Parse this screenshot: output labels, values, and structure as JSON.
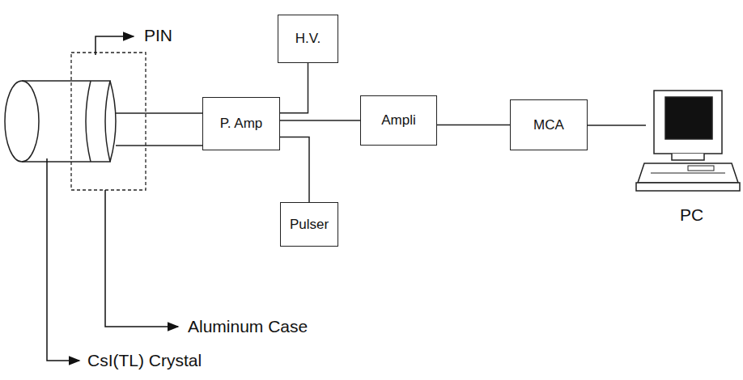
{
  "diagram": {
    "nodes": [
      {
        "text": [
          "H.V."
        ]
      },
      {
        "text": [
          "P. Amp"
        ]
      },
      {
        "text": [
          "Ampli"
        ]
      },
      {
        "text": [
          "MCA"
        ]
      },
      {
        "text": [
          "Pulser"
        ]
      }
    ],
    "edges": [
      {
        "from": 1,
        "to": 0,
        "arrow": "none"
      },
      {
        "from": 1,
        "to": 2,
        "arrow": "none"
      },
      {
        "from": 1,
        "to": 4,
        "arrow": "none"
      },
      {
        "from": 2,
        "to": 3,
        "arrow": "none"
      }
    ],
    "labels": [
      "PIN",
      "Aluminum Case",
      "CsI(TL) Crystal",
      "PC"
    ]
  }
}
